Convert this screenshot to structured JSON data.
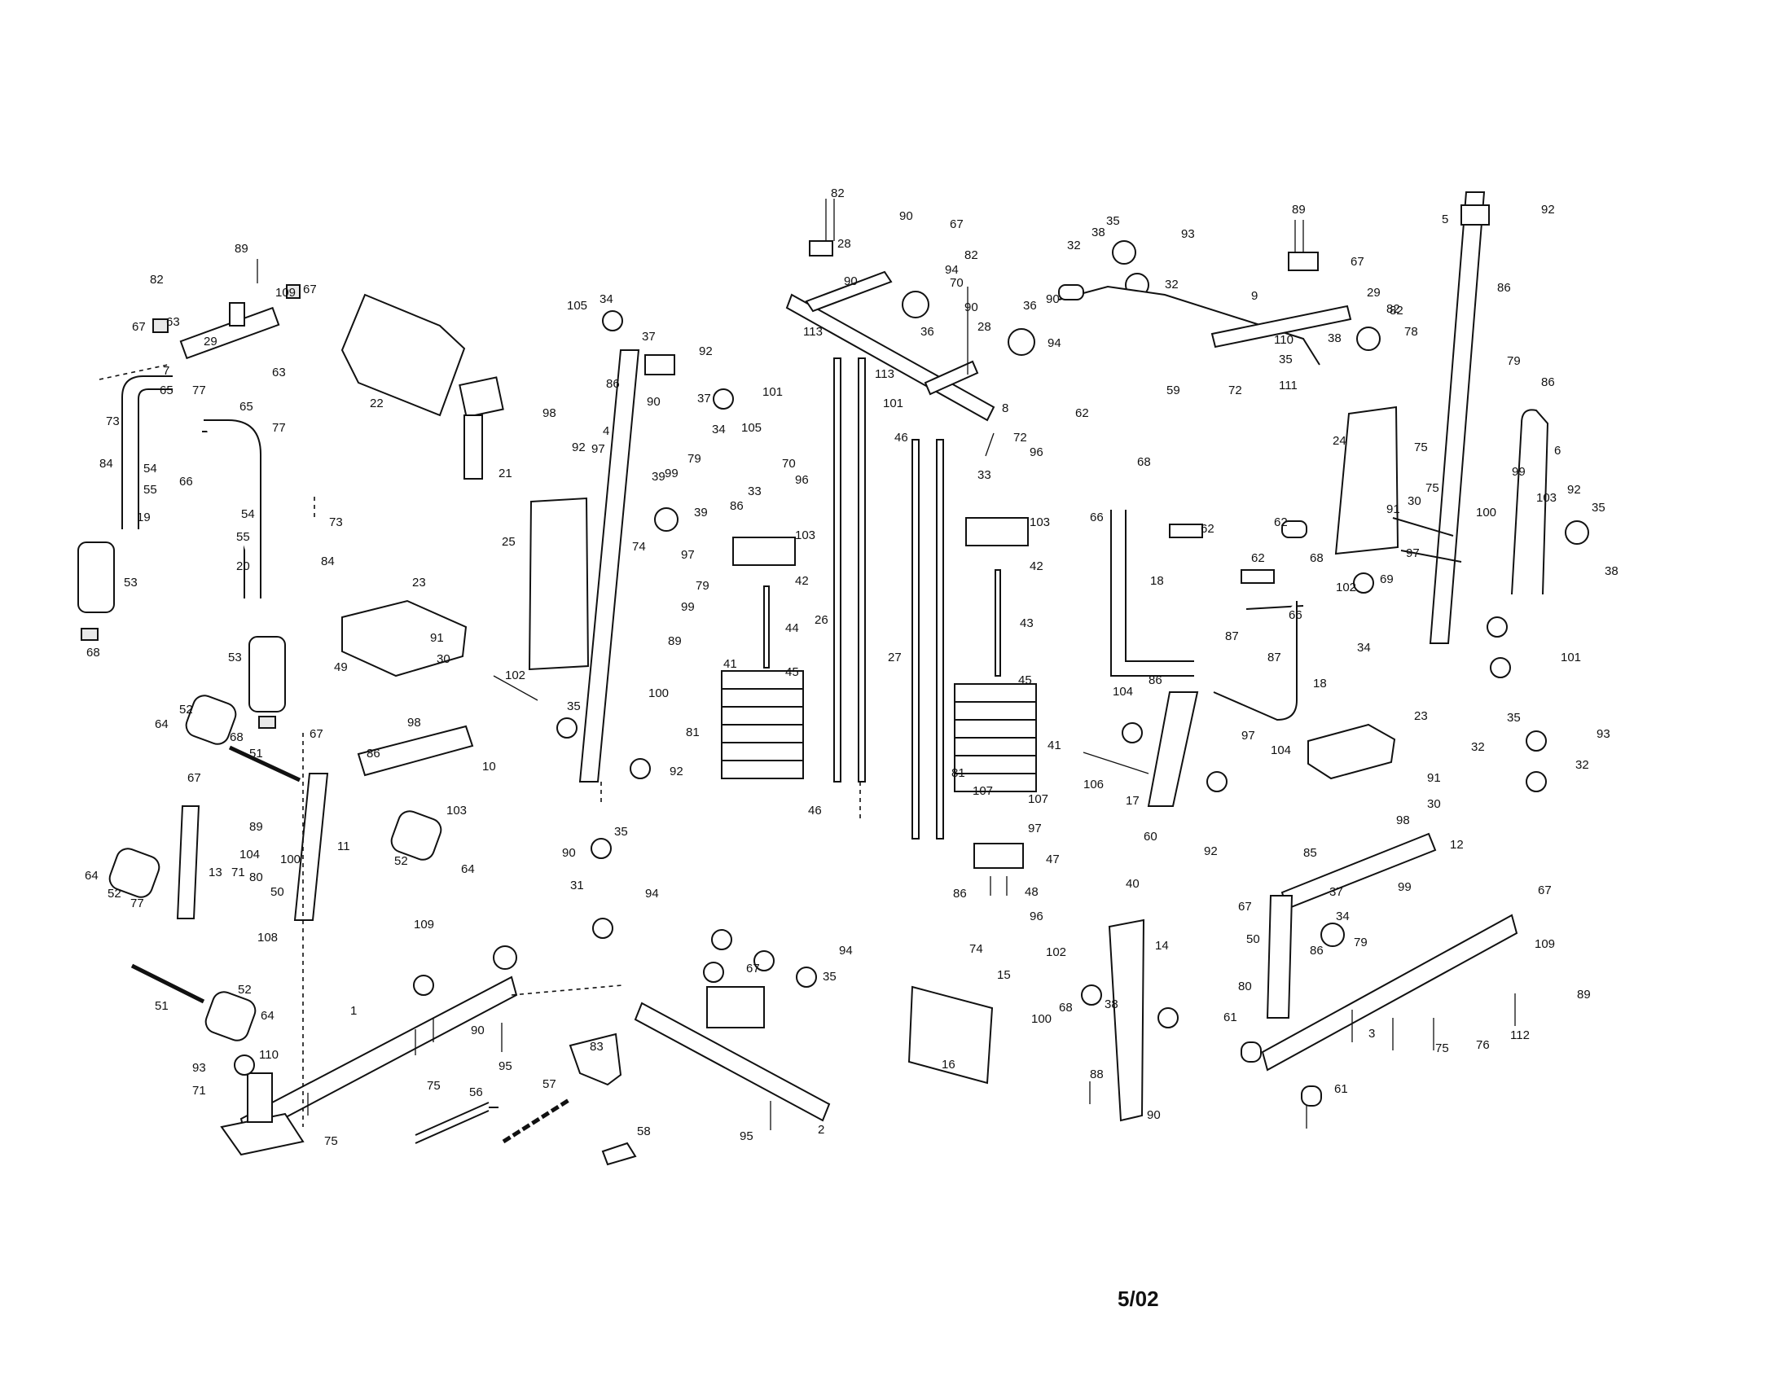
{
  "date_code": "5/02",
  "callouts": {
    "c1": "1",
    "c2": "2",
    "c3": "3",
    "c4": "4",
    "c5": "5",
    "c6": "6",
    "c7": "7",
    "c8": "8",
    "c9": "9",
    "c10": "10",
    "c11": "11",
    "c12": "12",
    "c13": "13",
    "c14": "14",
    "c15": "15",
    "c16": "16",
    "c17": "17",
    "c18a": "18",
    "c18b": "18",
    "c19": "19",
    "c20": "20",
    "c21": "21",
    "c22": "22",
    "c23a": "23",
    "c23b": "23",
    "c24": "24",
    "c25": "25",
    "c26": "26",
    "c27": "27",
    "c28a": "28",
    "c28b": "28",
    "c29a": "29",
    "c29b": "29",
    "c30a": "30",
    "c30b": "30",
    "c30c": "30",
    "c31": "31",
    "c32a": "32",
    "c32b": "32",
    "c32c": "32",
    "c32d": "32",
    "c33a": "33",
    "c33b": "33",
    "c34a": "34",
    "c34b": "34",
    "c34c": "34",
    "c34d": "34",
    "c35a": "35",
    "c35b": "35",
    "c35c": "35",
    "c35d": "35",
    "c35e": "35",
    "c35f": "35",
    "c35g": "35",
    "c36a": "36",
    "c36b": "36",
    "c37a": "37",
    "c37b": "37",
    "c37c": "37",
    "c38a": "38",
    "c38b": "38",
    "c38c": "38",
    "c38d": "38",
    "c39a": "39",
    "c39b": "39",
    "c40": "40",
    "c41a": "41",
    "c41b": "41",
    "c42a": "42",
    "c42b": "42",
    "c43": "43",
    "c44": "44",
    "c45a": "45",
    "c45b": "45",
    "c46a": "46",
    "c46b": "46",
    "c47": "47",
    "c48": "48",
    "c49": "49",
    "c50a": "50",
    "c50b": "50",
    "c51a": "51",
    "c51b": "51",
    "c52a": "52",
    "c52b": "52",
    "c52c": "52",
    "c52d": "52",
    "c53a": "53",
    "c53b": "53",
    "c54a": "54",
    "c54b": "54",
    "c55a": "55",
    "c55b": "55",
    "c56": "56",
    "c57": "57",
    "c58": "58",
    "c59": "59",
    "c60": "60",
    "c61a": "61",
    "c61b": "61",
    "c62a": "62",
    "c62b": "62",
    "c62c": "62",
    "c62d": "62",
    "c63a": "63",
    "c63b": "63",
    "c64a": "64",
    "c64b": "64",
    "c64c": "64",
    "c64d": "64",
    "c65a": "65",
    "c65b": "65",
    "c66a": "66",
    "c66b": "66",
    "c66c": "66",
    "c67a": "67",
    "c67b": "67",
    "c67c": "67",
    "c67d": "67",
    "c67e": "67",
    "c67f": "67",
    "c67g": "67",
    "c67h": "67",
    "c67i": "67",
    "c68a": "68",
    "c68b": "68",
    "c68c": "68",
    "c68d": "68",
    "c68e": "68",
    "c69": "69",
    "c70a": "70",
    "c70b": "70",
    "c71a": "71",
    "c71b": "71",
    "c72a": "72",
    "c72b": "72",
    "c73a": "73",
    "c73b": "73",
    "c74a": "74",
    "c74b": "74",
    "c75a": "75",
    "c75b": "75",
    "c75c": "75",
    "c75d": "75",
    "c75e": "75",
    "c76": "76",
    "c77a": "77",
    "c77b": "77",
    "c77c": "77",
    "c78": "78",
    "c79a": "79",
    "c79b": "79",
    "c79c": "79",
    "c79d": "79",
    "c80a": "80",
    "c80b": "80",
    "c81a": "81",
    "c81b": "81",
    "c82a": "82",
    "c82b": "82",
    "c82c": "82",
    "c82d": "82",
    "c82e": "82",
    "c83": "83",
    "c84a": "84",
    "c84b": "84",
    "c85": "85",
    "c86a": "86",
    "c86b": "86",
    "c86c": "86",
    "c86d": "86",
    "c86e": "86",
    "c86f": "86",
    "c86g": "86",
    "c86h": "86",
    "c87a": "87",
    "c87b": "87",
    "c88": "88",
    "c89a": "89",
    "c89b": "89",
    "c89c": "89",
    "c89d": "89",
    "c89e": "89",
    "c90a": "90",
    "c90b": "90",
    "c90c": "90",
    "c90d": "90",
    "c90e": "90",
    "c90f": "90",
    "c90g": "90",
    "c90h": "90",
    "c91a": "91",
    "c91b": "91",
    "c91c": "91",
    "c92a": "92",
    "c92b": "92",
    "c92c": "92",
    "c92d": "92",
    "c92e": "92",
    "c92f": "92",
    "c93a": "93",
    "c93b": "93",
    "c93c": "93",
    "c94a": "94",
    "c94b": "94",
    "c94c": "94",
    "c94d": "94",
    "c95a": "95",
    "c95b": "95",
    "c96a": "96",
    "c96b": "96",
    "c96c": "96",
    "c97a": "97",
    "c97b": "97",
    "c97c": "97",
    "c97d": "97",
    "c97e": "97",
    "c98a": "98",
    "c98b": "98",
    "c98c": "98",
    "c99a": "99",
    "c99b": "99",
    "c99c": "99",
    "c99d": "99",
    "c100a": "100",
    "c100b": "100",
    "c100c": "100",
    "c100d": "100",
    "c101a": "101",
    "c101b": "101",
    "c101c": "101",
    "c102a": "102",
    "c102b": "102",
    "c102c": "102",
    "c103a": "103",
    "c103b": "103",
    "c103c": "103",
    "c103d": "103",
    "c104a": "104",
    "c104b": "104",
    "c104c": "104",
    "c105a": "105",
    "c105b": "105",
    "c106": "106",
    "c107a": "107",
    "c107b": "107",
    "c108": "108",
    "c109a": "109",
    "c109b": "109",
    "c109c": "109",
    "c110a": "110",
    "c110b": "110",
    "c111": "111",
    "c112": "112",
    "c113a": "113",
    "c113b": "113"
  }
}
